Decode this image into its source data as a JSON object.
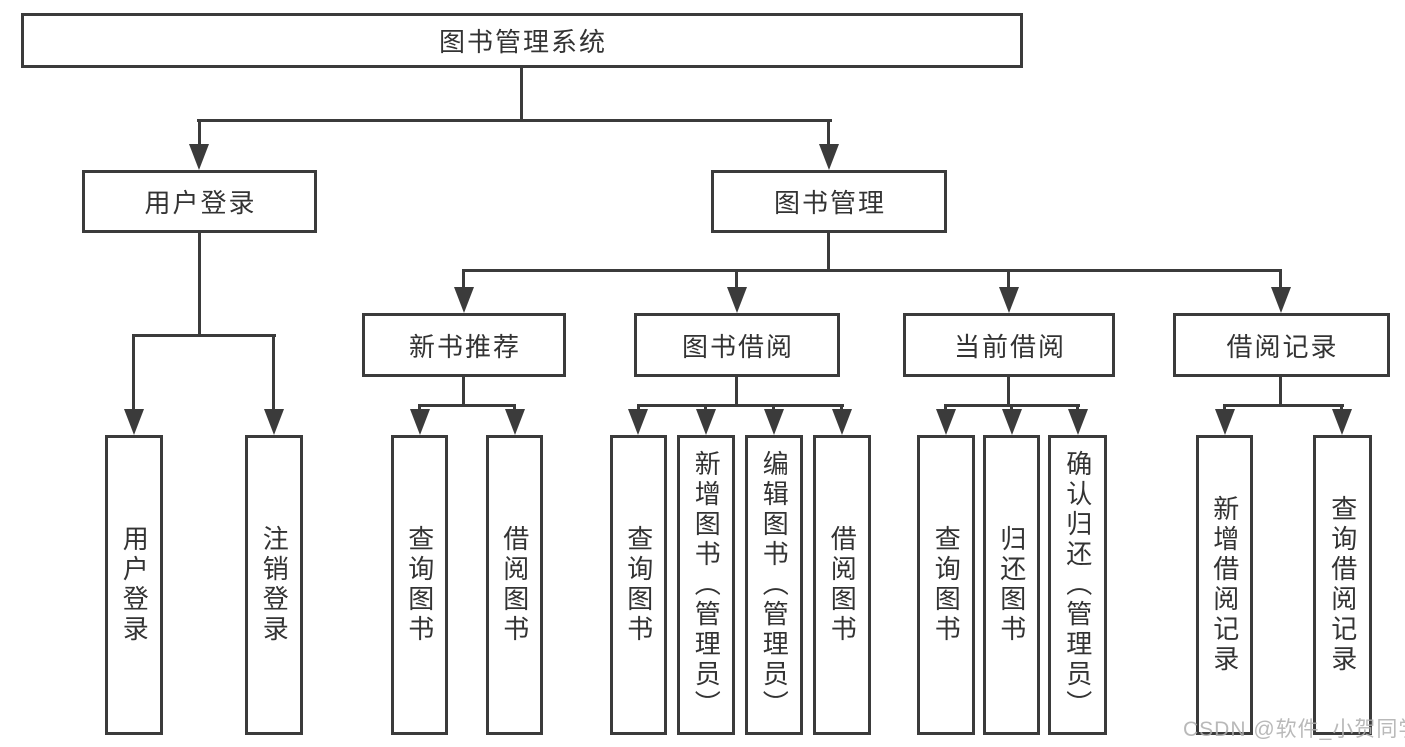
{
  "tree": {
    "root": "图书管理系统",
    "branches": [
      {
        "label": "用户登录",
        "children": [
          "用户登录",
          "注销登录"
        ]
      },
      {
        "label": "图书管理",
        "groups": [
          {
            "label": "新书推荐",
            "children": [
              "查询图书",
              "借阅图书"
            ]
          },
          {
            "label": "图书借阅",
            "children": [
              "查询图书",
              "新增图书（管理员）",
              "编辑图书（管理员）",
              "借阅图书"
            ]
          },
          {
            "label": "当前借阅",
            "children": [
              "查询图书",
              "归还图书",
              "确认归还（管理员）"
            ]
          },
          {
            "label": "借阅记录",
            "children": [
              "新增借阅记录",
              "查询借阅记录"
            ]
          }
        ]
      }
    ]
  },
  "watermark": {
    "text": "CSDN @软件_小贺同学"
  },
  "colors": {
    "line": "#3b3b3b",
    "text": "#333333",
    "background": "#ffffff",
    "watermark": "#afafaf"
  }
}
